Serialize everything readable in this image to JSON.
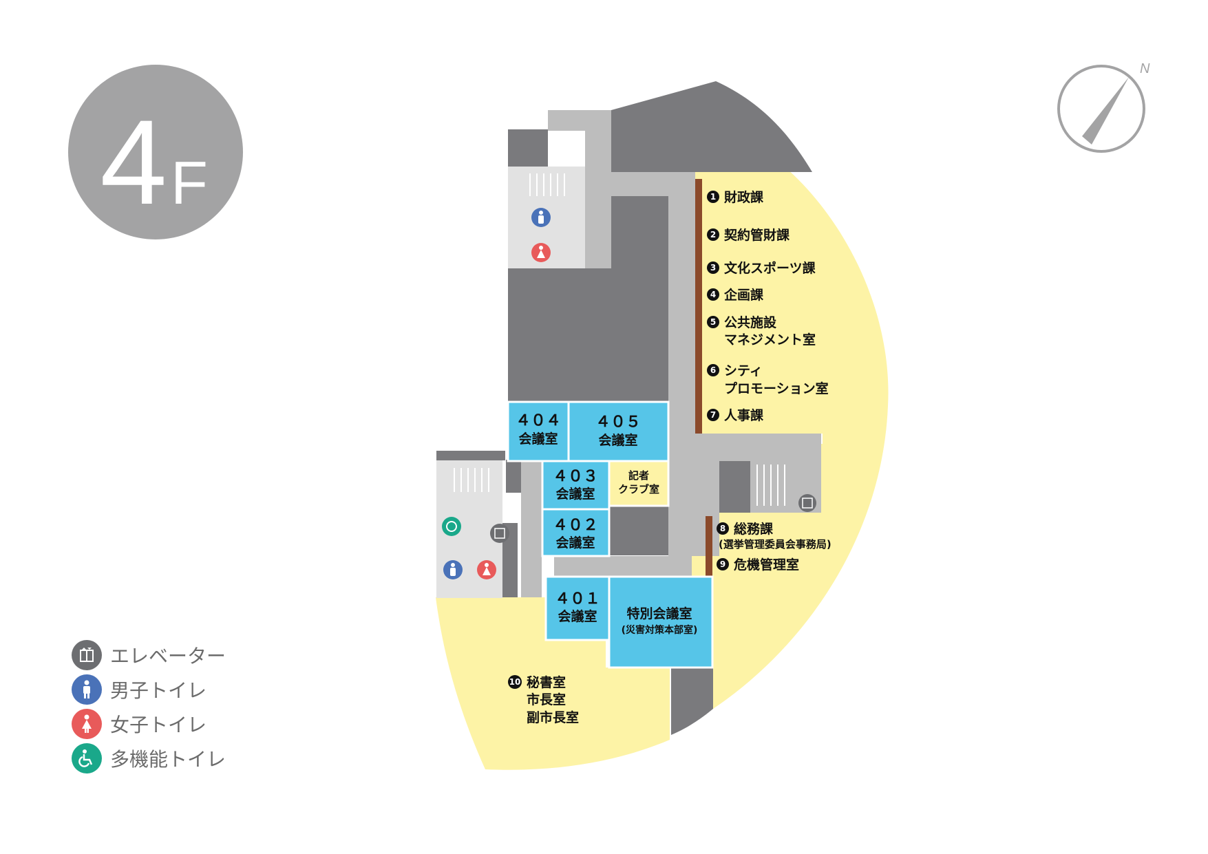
{
  "floor": {
    "number": "4",
    "unit": "F"
  },
  "compass": {
    "label": "N"
  },
  "rooms": {
    "r404": {
      "num": "４０４",
      "name": "会議室"
    },
    "r405": {
      "num": "４０５",
      "name": "会議室"
    },
    "r403": {
      "num": "４０３",
      "name": "会議室"
    },
    "r402": {
      "num": "４０２",
      "name": "会議室"
    },
    "r401": {
      "num": "４０１",
      "name": "会議室"
    },
    "press": {
      "line1": "記者",
      "line2": "クラブ室"
    },
    "special": {
      "line1": "特別会議室",
      "line2": "(災害対策本部室)"
    }
  },
  "departments": [
    {
      "num": "1",
      "lines": [
        "財政課"
      ]
    },
    {
      "num": "2",
      "lines": [
        "契約管財課"
      ]
    },
    {
      "num": "3",
      "lines": [
        "文化スポーツ課"
      ]
    },
    {
      "num": "4",
      "lines": [
        "企画課"
      ]
    },
    {
      "num": "5",
      "lines": [
        "公共施設",
        "マネジメント室"
      ]
    },
    {
      "num": "6",
      "lines": [
        "シティ",
        "プロモーション室"
      ]
    },
    {
      "num": "7",
      "lines": [
        "人事課"
      ]
    },
    {
      "num": "8",
      "lines": [
        "総務課",
        "(選挙管理委員会事務局)"
      ]
    },
    {
      "num": "9",
      "lines": [
        "危機管理室"
      ]
    },
    {
      "num": "10",
      "lines": [
        "秘書室",
        "市長室",
        "副市長室"
      ]
    }
  ],
  "legend": [
    {
      "icon": "elevator-icon",
      "label": "エレベーター",
      "color": "#6d6e71"
    },
    {
      "icon": "mens-toilet-icon",
      "label": "男子トイレ",
      "color": "#4a72b8"
    },
    {
      "icon": "womens-toilet-icon",
      "label": "女子トイレ",
      "color": "#e85a5a"
    },
    {
      "icon": "accessible-toilet-icon",
      "label": "多機能トイレ",
      "color": "#1aa88a"
    }
  ],
  "colors": {
    "office": "#fdf3a6",
    "meeting": "#56c5e8",
    "core": "#7a7a7d",
    "corridor": "#bdbdbd",
    "light": "#e2e2e2",
    "counter": "#8b4a2b"
  }
}
